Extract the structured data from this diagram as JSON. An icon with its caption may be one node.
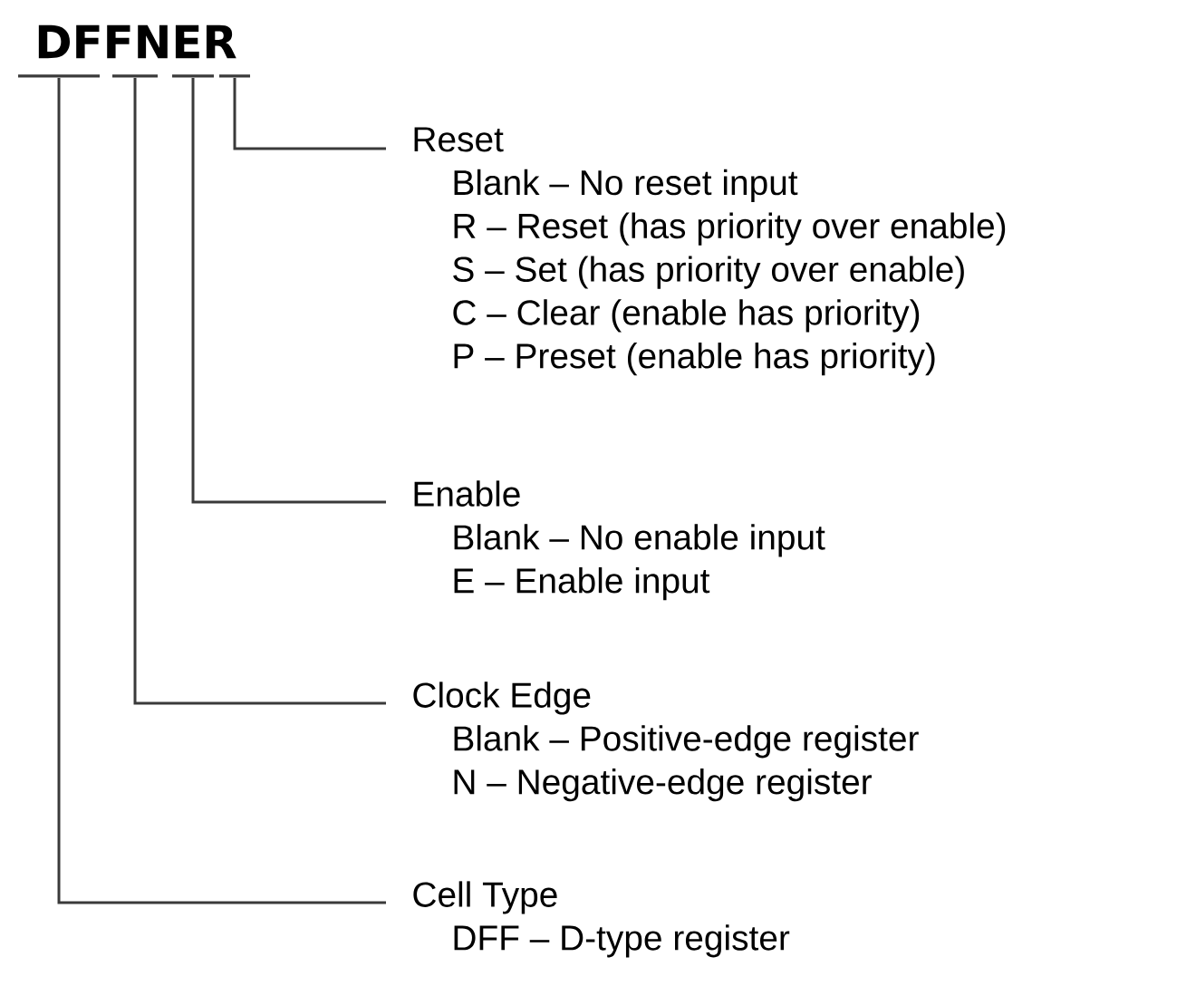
{
  "diagram": {
    "title": "DFFNER",
    "nodes": [
      {
        "text": [],
        "shape": "bar"
      },
      {
        "text": [],
        "shape": "bar"
      },
      {
        "text": [],
        "shape": "bar"
      },
      {
        "text": [],
        "shape": "bar"
      },
      {
        "text": [
          "Reset",
          "Blank – No reset input",
          "R – Reset (has priority over enable)",
          "S – Set (has priority over enable)",
          "C – Clear (enable has priority)",
          "P – Preset (enable has priority)"
        ]
      },
      {
        "text": [
          "Enable",
          "Blank – No enable input",
          "E – Enable input"
        ]
      },
      {
        "text": [
          "Clock Edge",
          "Blank – Positive-edge register",
          "N – Negative-edge register"
        ]
      },
      {
        "text": [
          "Cell Type",
          "DFF – D-type register"
        ]
      }
    ],
    "edges": [
      {
        "from": 3,
        "to": 4,
        "arrow": "none"
      },
      {
        "from": 2,
        "to": 5,
        "arrow": "none"
      },
      {
        "from": 1,
        "to": 6,
        "arrow": "none"
      },
      {
        "from": 0,
        "to": 7,
        "arrow": "none"
      }
    ]
  }
}
